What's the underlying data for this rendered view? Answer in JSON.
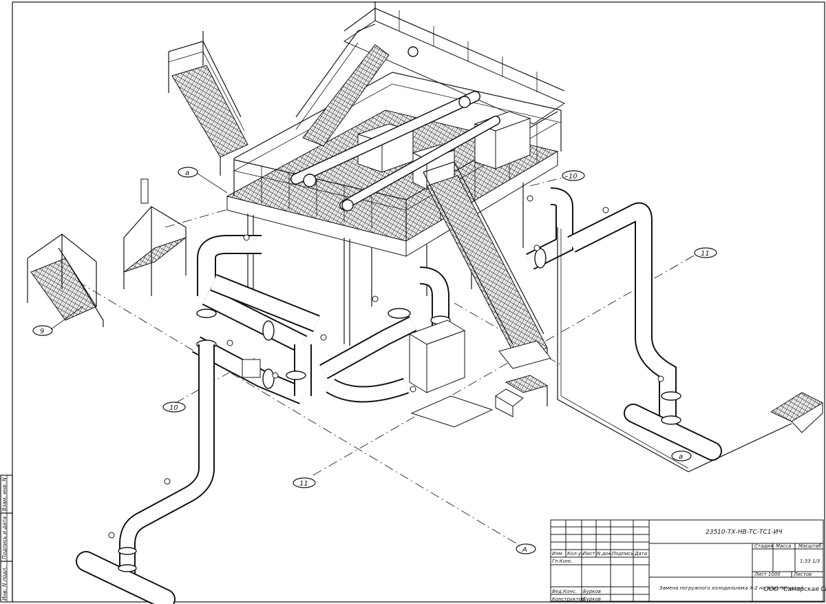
{
  "callouts": {
    "a_top": "а",
    "a_right": "а",
    "ten_top": "10",
    "ten_left": "10",
    "eleven_right": "11",
    "eleven_bottom": "11",
    "nine": "9",
    "A": "А"
  },
  "side_stamp": {
    "inv_sub": "Взам. инв. N",
    "sign_date": "Подпись и дата",
    "inv_orig": "Инв. N подл."
  },
  "title_block": {
    "doc_code": "23510-ТХ-НВ-ТС-ТС1-ИЧ",
    "headers": [
      "Изм.",
      "Кол.уч",
      "Лист",
      "N.док.",
      "Подпись",
      "Дата"
    ],
    "row_gl": "Гл.Конс.",
    "row_ved": "Вед.Конс.",
    "row_ved_name": "Бурков",
    "row_konstr": "Конструктор",
    "row_konstr_name": "Бурков",
    "stage_label": "Стадия",
    "mass_label": "Масса",
    "scale_label": "Масштаб",
    "scale_value": "1:33 1/3",
    "sheet_label": "Лист 1000",
    "sheets_label": "Листов",
    "title": "Замена погружного холодильника Х-2 на пластинчатый",
    "company": "ООО \"Самарская СМК\""
  }
}
